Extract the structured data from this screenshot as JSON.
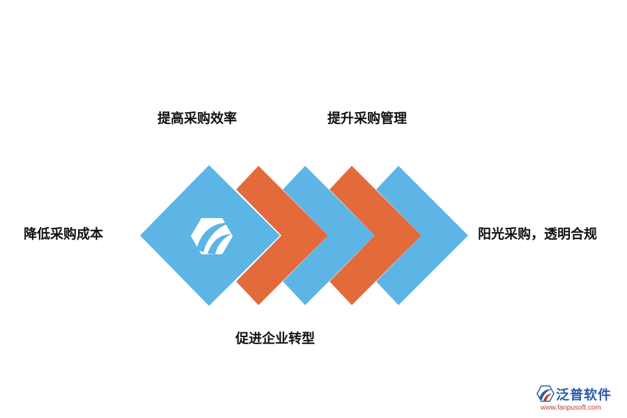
{
  "diagram": {
    "labels": {
      "top_left": "提高采购效率",
      "top_right": "提升采购管理",
      "left": "降低采购成本",
      "right": "阳光采购，透明合规",
      "bottom": "促进企业转型"
    },
    "colors": {
      "blue": "#5db5e5",
      "orange": "#e26a3b",
      "white": "#ffffff"
    },
    "center_icon": "fanpu-logo-icon"
  },
  "brand": {
    "name": "泛普软件",
    "url": "www.fanpusoft.com",
    "logo_icon": "fanpu-logo-icon"
  }
}
